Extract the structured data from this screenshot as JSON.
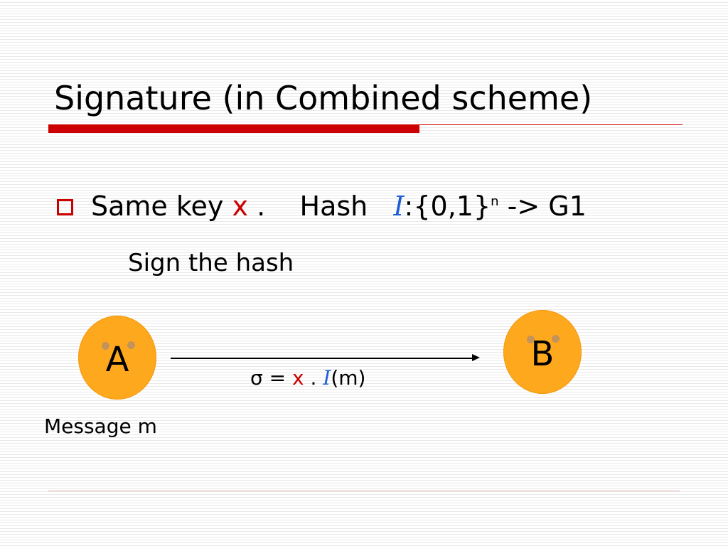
{
  "slide": {
    "title": "Signature (in Combined scheme)",
    "bullet": {
      "same_key_label": "Same key",
      "key_var": "x",
      "dot": ".",
      "hash_label": "Hash",
      "hash_func": "I",
      "domain": ":{0,1}",
      "exponent": "n",
      "codomain": "-> G1"
    },
    "sub_line": "Sign the hash",
    "diagram": {
      "node_a_label": "A",
      "node_b_label": "B",
      "formula": {
        "sigma_eq": "σ = ",
        "key_var": "x",
        "dot": " . ",
        "hash_func": "I",
        "arg": "(m)"
      },
      "message_label": "Message m"
    }
  },
  "colors": {
    "accent_red": "#cc0000",
    "hash_blue": "#1f5fd6",
    "node_orange": "#fea81e"
  }
}
